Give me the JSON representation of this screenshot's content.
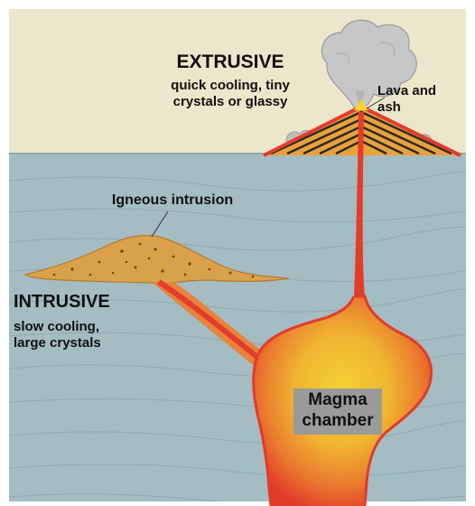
{
  "extrusive": {
    "title": "EXTRUSIVE",
    "description_line1": "quick cooling, tiny",
    "description_line2": "crystals or glassy"
  },
  "volcano_label": {
    "line1": "Lava and",
    "line2": "ash"
  },
  "intrusion_label": "Igneous intrusion",
  "intrusive": {
    "title": "INTRUSIVE",
    "description_line1": "slow cooling,",
    "description_line2": "large crystals"
  },
  "magma_label": {
    "line1": "Magma",
    "line2": "chamber"
  },
  "colors": {
    "sky": "#ece6cb",
    "ground": "#a4bcc2",
    "magma_edge": "#e43c2a",
    "magma_core": "#f3c62b",
    "intrusion": "#d9a24a",
    "ash_cloud": "#c7c7c7",
    "frame": "#ffffff"
  }
}
